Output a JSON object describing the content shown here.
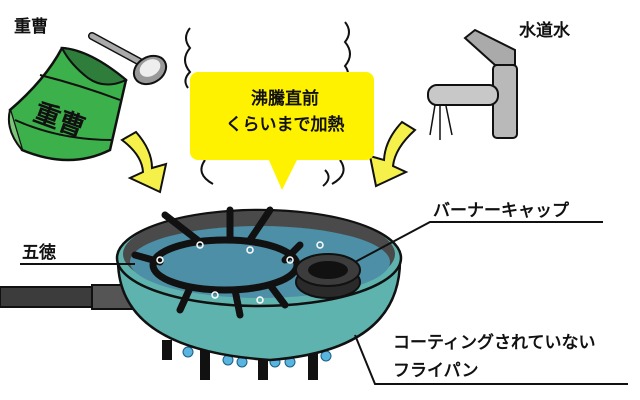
{
  "labels": {
    "baking_soda": "重曹",
    "bag_text": "重曹",
    "tap_water": "水道水",
    "bubble_line1": "沸騰直前",
    "bubble_line2": "くらいまで加熱",
    "trivet": "五徳",
    "burner_cap": "バーナーキャップ",
    "pan_line1": "コーティングされていない",
    "pan_line2": "フライパン"
  },
  "colors": {
    "bag_green": "#3cb04a",
    "bag_light": "#7cc67a",
    "bubble_yellow": "#fff200",
    "arrow_yellow": "#f5f04a",
    "pan_teal": "#5fb3ae",
    "pan_inner": "#4a4a4a",
    "water_blue": "#4d8fa6",
    "faucet_gray": "#b9b9b9",
    "flame_blue": "#5ab4e0"
  }
}
